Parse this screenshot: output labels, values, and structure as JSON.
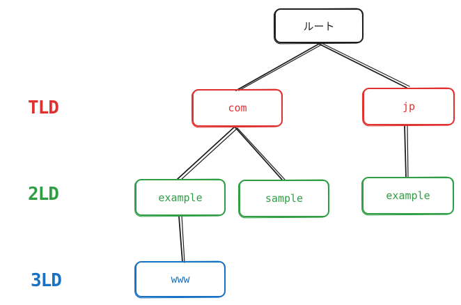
{
  "colors": {
    "root": "#1e1e1e",
    "tld": "#e03131",
    "sld": "#2f9e44",
    "third": "#1971c2"
  },
  "levels": {
    "tld": "TLD",
    "sld": "2LD",
    "third": "3LD"
  },
  "nodes": {
    "root": "ルート",
    "com": "com",
    "jp": "jp",
    "com_example": "example",
    "com_sample": "sample",
    "jp_example": "example",
    "www": "www"
  }
}
